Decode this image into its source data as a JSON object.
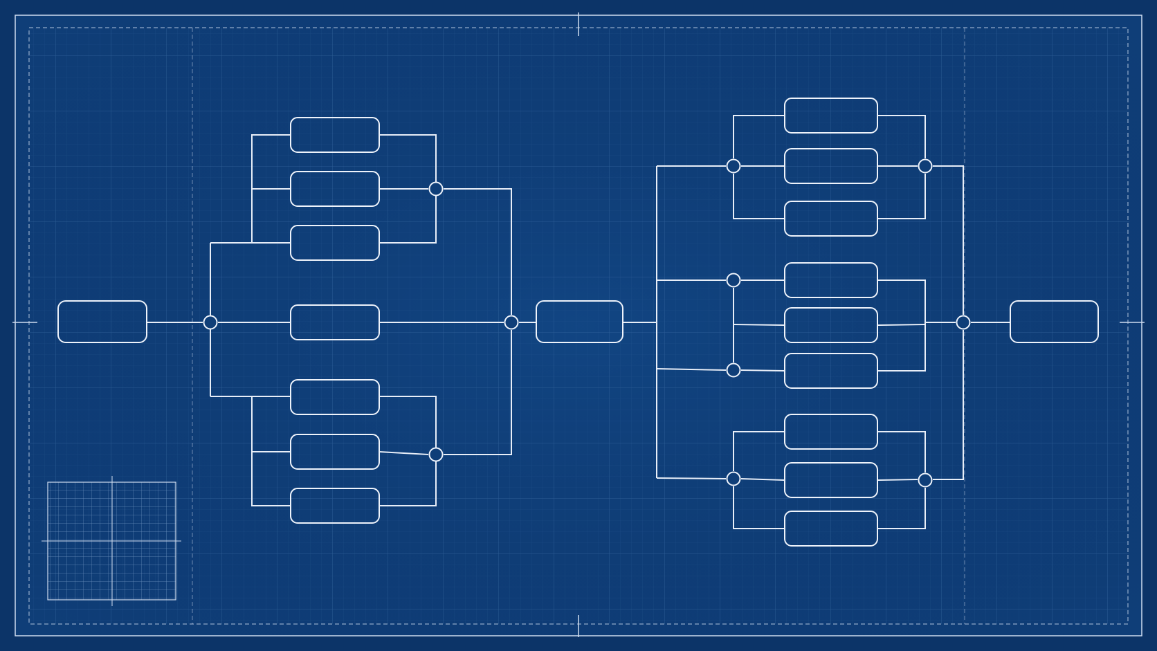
{
  "diagram": {
    "type": "block-diagram",
    "colors": {
      "background": "#0c3468",
      "paper": "#0f3e78",
      "line": "#e8eef8",
      "grid_fine": "#2a5a94",
      "grid_major": "#3a6aa3",
      "frame": "#cfdcef"
    },
    "title": "",
    "labels": [],
    "blocks": [
      {
        "id": "input"
      },
      {
        "id": "a-top-1"
      },
      {
        "id": "a-top-2"
      },
      {
        "id": "a-top-3"
      },
      {
        "id": "a-mid"
      },
      {
        "id": "a-bot-1"
      },
      {
        "id": "a-bot-2"
      },
      {
        "id": "a-bot-3"
      },
      {
        "id": "center"
      },
      {
        "id": "b-g1-1"
      },
      {
        "id": "b-g1-2"
      },
      {
        "id": "b-g1-3"
      },
      {
        "id": "b-g2-1"
      },
      {
        "id": "b-g2-2"
      },
      {
        "id": "b-g2-3"
      },
      {
        "id": "b-g3-1"
      },
      {
        "id": "b-g3-2"
      },
      {
        "id": "b-g3-3"
      },
      {
        "id": "output"
      }
    ],
    "junction_count": 11,
    "has_scale_grid_inset": true
  }
}
